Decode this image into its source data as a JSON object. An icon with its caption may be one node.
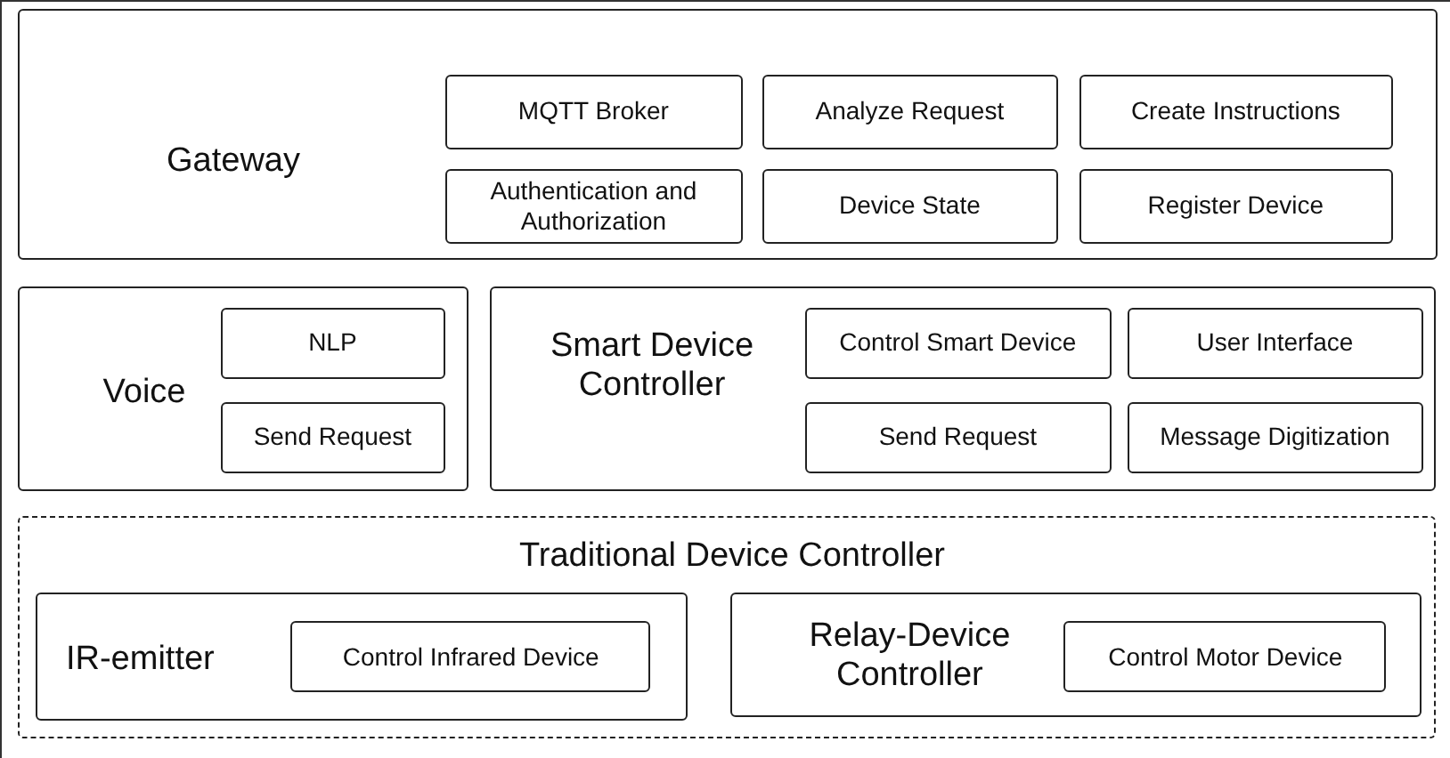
{
  "diagram": {
    "nodes": [
      {
        "text": [
          "Gateway"
        ]
      },
      {
        "text": [
          "MQTT Broker"
        ],
        "in": 0
      },
      {
        "text": [
          "Analyze Request"
        ],
        "in": 0
      },
      {
        "text": [
          "Create Instructions"
        ],
        "in": 0
      },
      {
        "text": [
          "Authentication and Authorization"
        ],
        "in": 0
      },
      {
        "text": [
          "Device State"
        ],
        "in": 0
      },
      {
        "text": [
          "Register Device"
        ],
        "in": 0
      },
      {
        "text": [
          "Voice"
        ]
      },
      {
        "text": [
          "NLP"
        ],
        "in": 7
      },
      {
        "text": [
          "Send Request"
        ],
        "in": 7
      },
      {
        "text": [
          "Smart Device Controller"
        ]
      },
      {
        "text": [
          "Control Smart Device"
        ],
        "in": 10
      },
      {
        "text": [
          "User Interface"
        ],
        "in": 10
      },
      {
        "text": [
          "Send Request"
        ],
        "in": 10
      },
      {
        "text": [
          "Message Digitization"
        ],
        "in": 10
      },
      {
        "text": [
          "Traditional Device Controller"
        ]
      },
      {
        "text": [
          "IR-emitter"
        ],
        "in": 15
      },
      {
        "text": [
          "Control Infrared Device"
        ],
        "in": 16
      },
      {
        "text": [
          "Relay-Device Controller"
        ],
        "in": 15
      },
      {
        "text": [
          "Control Motor Device"
        ],
        "in": 18
      }
    ],
    "edges": []
  }
}
